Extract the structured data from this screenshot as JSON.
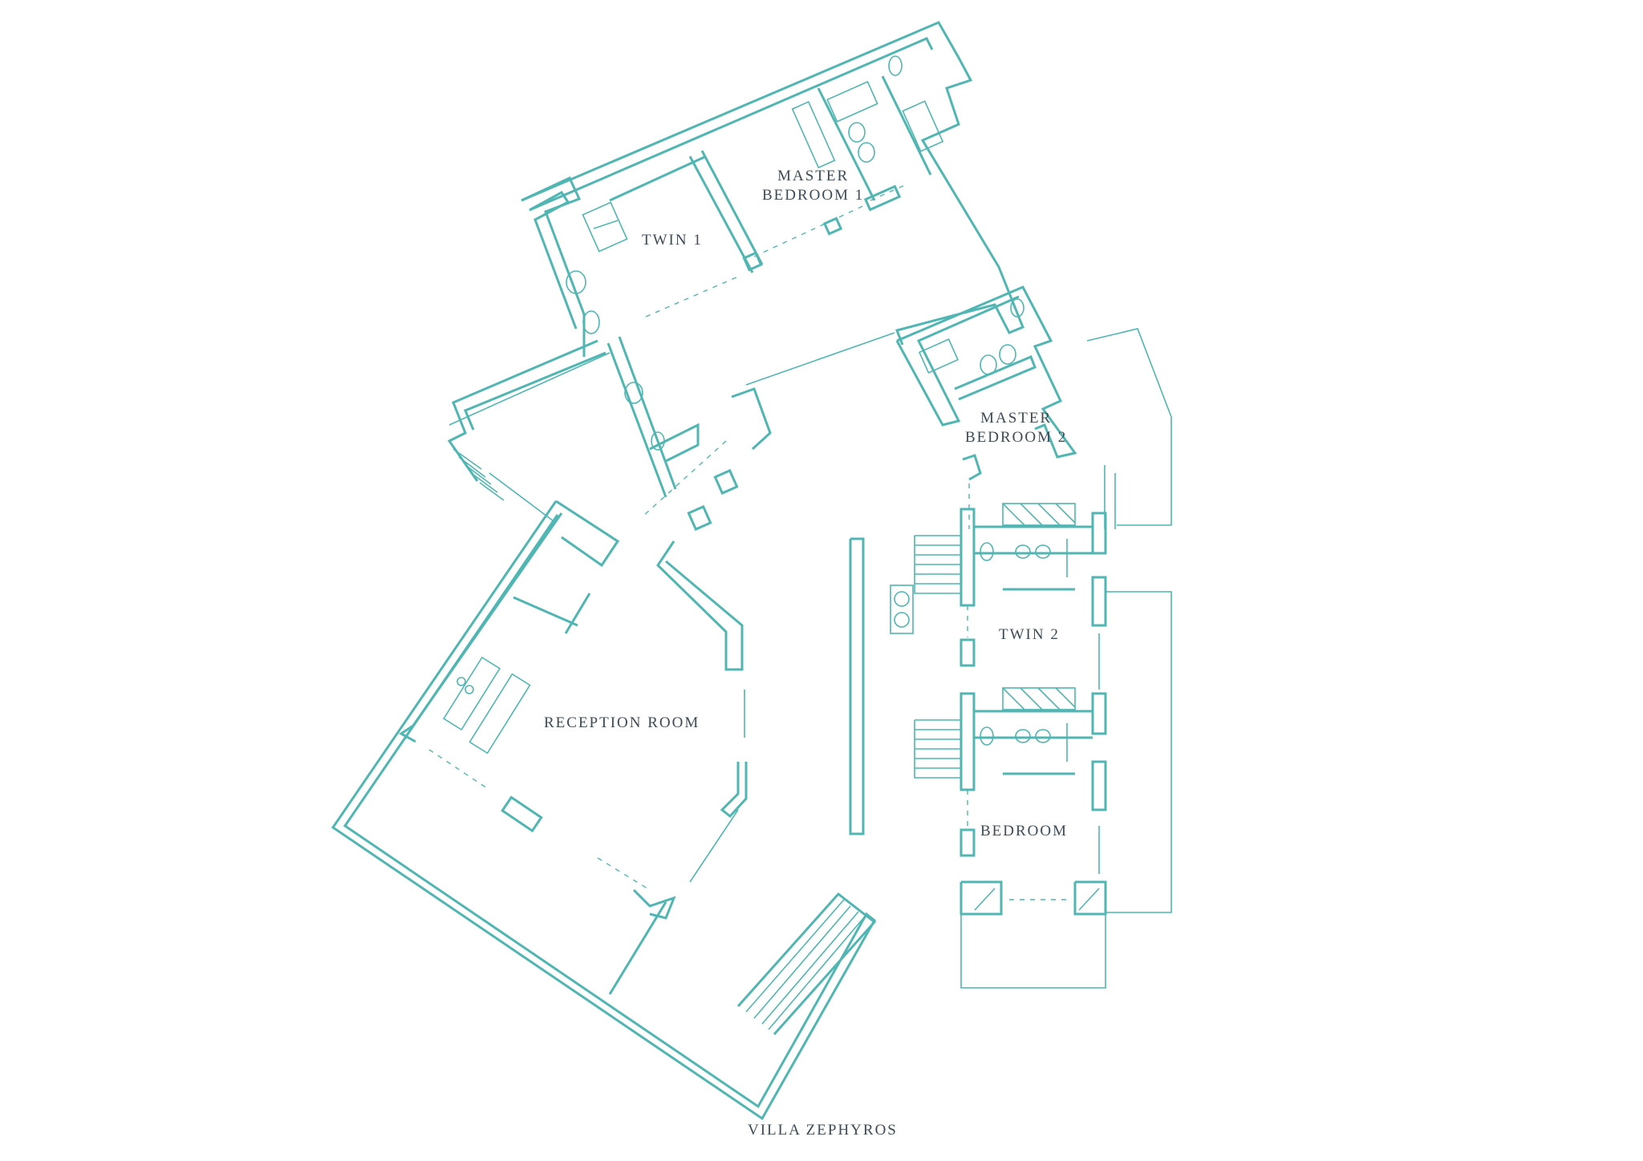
{
  "colors": {
    "plan": "#4fb6b3",
    "label": "#3d4b57",
    "background": "#ffffff"
  },
  "rooms": {
    "twin_1": "TWIN 1",
    "master_bedroom_1_line1": "MASTER",
    "master_bedroom_1_line2": "BEDROOM 1",
    "master_bedroom_2_line1": "MASTER",
    "master_bedroom_2_line2": "BEDROOM 2",
    "twin_2": "TWIN 2",
    "bedroom": "BEDROOM",
    "reception_room": "RECEPTION ROOM"
  },
  "caption": "VILLA ZEPHYROS"
}
